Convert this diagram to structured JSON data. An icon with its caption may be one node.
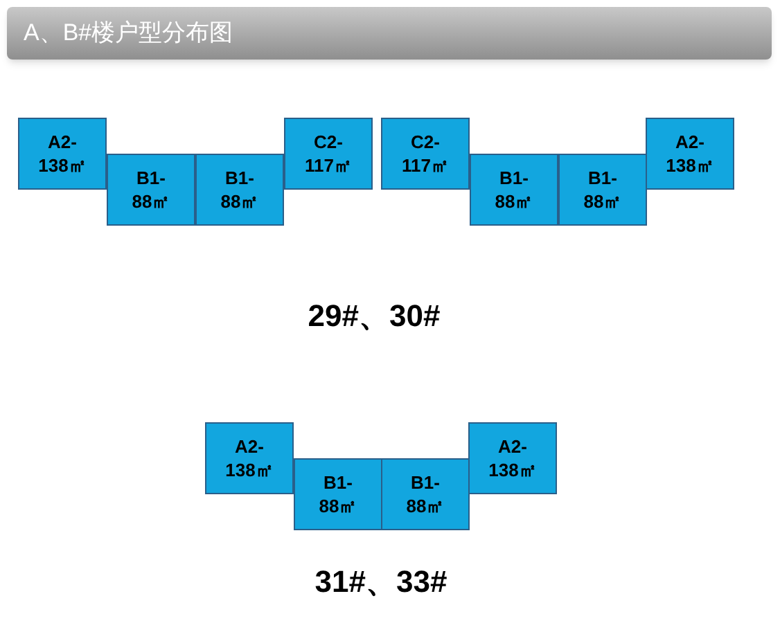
{
  "diagram": {
    "title": "A、B#楼户型分布图",
    "nodes": [
      {
        "text": [
          "A2-",
          "138㎡"
        ]
      },
      {
        "text": [
          "B1-",
          "88㎡"
        ]
      },
      {
        "text": [
          "B1-",
          "88㎡"
        ]
      },
      {
        "text": [
          "C2-",
          "117㎡"
        ]
      },
      {
        "text": [
          "C2-",
          "117㎡"
        ]
      },
      {
        "text": [
          "B1-",
          "88㎡"
        ]
      },
      {
        "text": [
          "B1-",
          "88㎡"
        ]
      },
      {
        "text": [
          "A2-",
          "138㎡"
        ]
      },
      {
        "text": [
          "A2-",
          "138㎡"
        ]
      },
      {
        "text": [
          "B1-",
          "88㎡"
        ]
      },
      {
        "text": [
          "B1-",
          "88㎡"
        ]
      },
      {
        "text": [
          "A2-",
          "138㎡"
        ]
      }
    ],
    "labels": [
      "29#、30#",
      "31#、33#"
    ]
  }
}
